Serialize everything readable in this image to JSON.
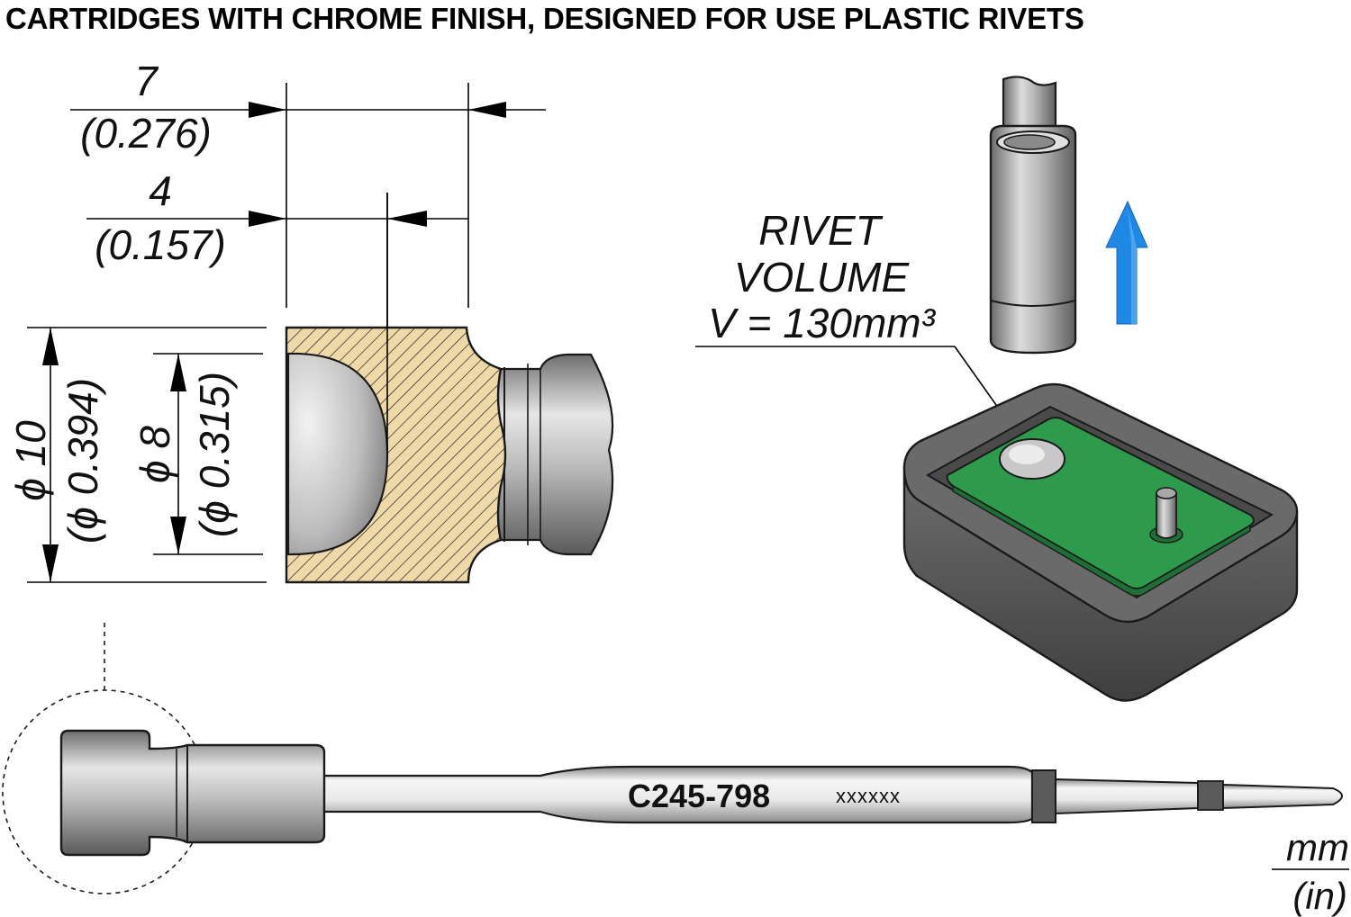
{
  "title": "CARTRIDGES WITH CHROME FINISH, DESIGNED FOR USE PLASTIC RIVETS",
  "dimensions": {
    "length_total": {
      "mm": "7",
      "in": "(0.276)"
    },
    "length_cavity": {
      "mm": "4",
      "in": "(0.157)"
    },
    "outer_diameter": {
      "mm": "ϕ 10",
      "in": "(ϕ 0.394)"
    },
    "cavity_diameter": {
      "mm": "ϕ 8",
      "in": "(ϕ 0.315)"
    }
  },
  "rivet_note": {
    "line1": "RIVET",
    "line2": "VOLUME",
    "line3": "V = 130mm³"
  },
  "cartridge": {
    "part_number": "C245-798",
    "serial": "xxxxxx"
  },
  "units": {
    "metric": "mm",
    "imperial": "(in)"
  },
  "colors": {
    "section_fill": "#efd9a8",
    "metal": "#9c9c9c",
    "pcb_green": "#2e9a4c",
    "housing": "#5c5c5c",
    "arrow_blue": "#1e88e5"
  }
}
